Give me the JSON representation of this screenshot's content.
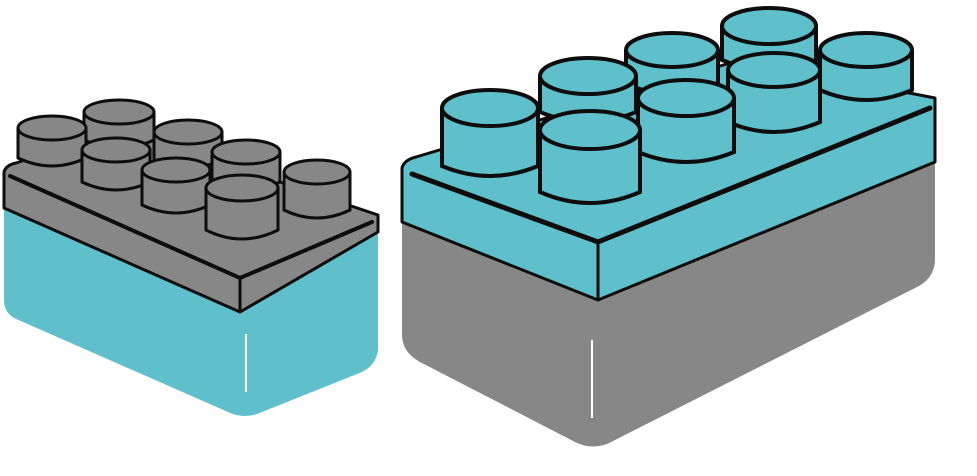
{
  "colors": {
    "teal": "#5fc0cc",
    "gray": "#878787",
    "outline": "#0d0d0d",
    "background": "#ffffff",
    "highlight": "#ffffff"
  },
  "bricks": [
    {
      "name": "small-brick",
      "top_color": "gray",
      "base_color": "teal",
      "studs": 8
    },
    {
      "name": "large-brick",
      "top_color": "teal",
      "base_color": "gray",
      "studs": 8
    }
  ]
}
